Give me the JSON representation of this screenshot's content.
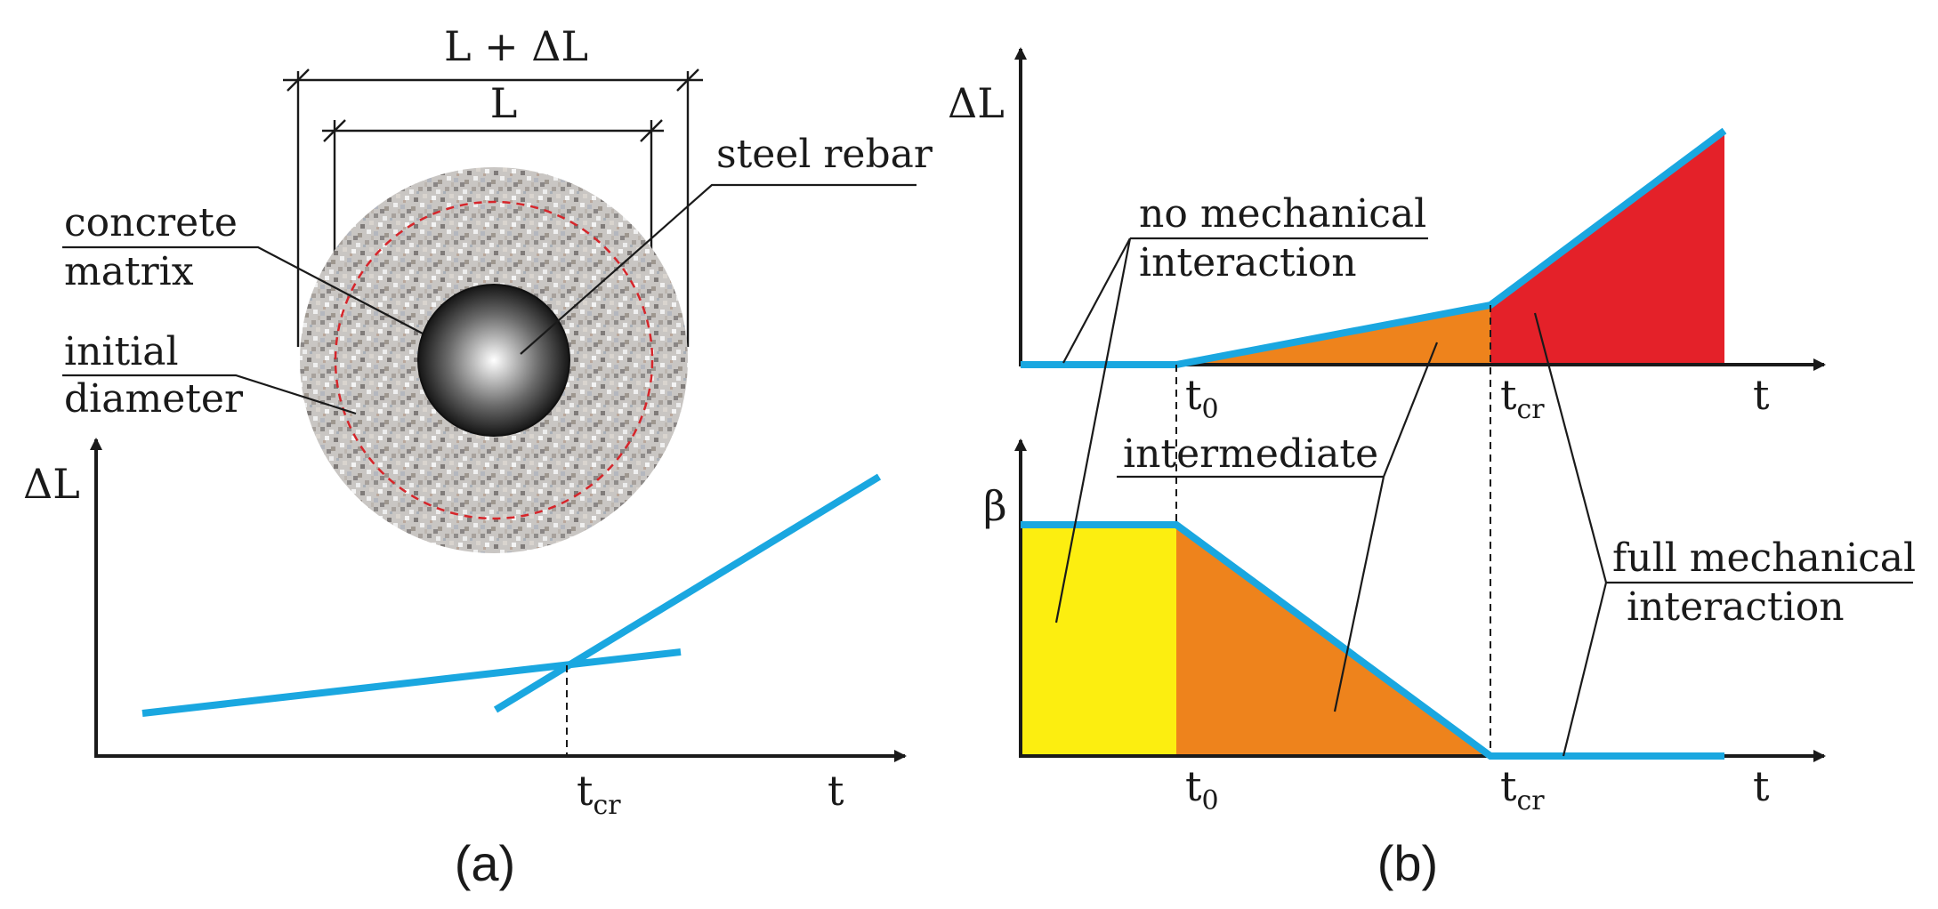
{
  "panel_a": {
    "label": "(a)",
    "dim_outer": "L + ΔL",
    "dim_inner": "L",
    "label_concrete_line1": "concrete",
    "label_concrete_line2": "matrix",
    "label_initial_line1": "initial",
    "label_initial_line2": "diameter",
    "label_rebar": "steel rebar",
    "y_axis": "ΔL",
    "x_axis": "t",
    "tick_tcr_main": "t",
    "tick_tcr_sub": "cr"
  },
  "panel_b": {
    "label": "(b)",
    "top_y_axis": "ΔL",
    "bottom_y_axis": "β",
    "x_axis": "t",
    "t0_main": "t",
    "t0_sub": "0",
    "tcr_main": "t",
    "tcr_sub": "cr",
    "label_no_mech_line1": "no mechanical",
    "label_no_mech_line2": "interaction",
    "label_intermediate": "intermediate",
    "label_full_line1": "full mechanical",
    "label_full_line2": "interaction"
  },
  "colors": {
    "curve": "#1aa7e0",
    "no_interaction_fill": "#fcee10",
    "intermediate_fill": "#ee831c",
    "full_interaction_fill": "#e42129",
    "rebar_gradient": [
      "#ffffff",
      "#000000"
    ],
    "initial_diameter_dash": "#d6262b"
  }
}
